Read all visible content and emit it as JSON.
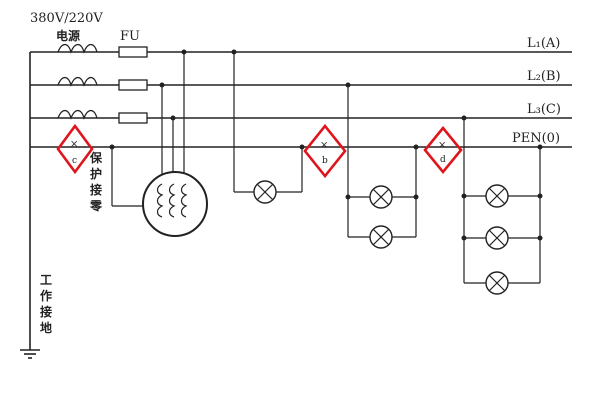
{
  "header": {
    "supply_voltage": "380V/220V",
    "power_source_label": "电源",
    "fuse_label": "FU"
  },
  "buses": [
    {
      "id": "L1",
      "label": "L₁(A)"
    },
    {
      "id": "L2",
      "label": "L₂(B)"
    },
    {
      "id": "L3",
      "label": "L₃(C)"
    },
    {
      "id": "PEN",
      "label": "PEN(0)"
    }
  ],
  "annotations": {
    "protective_zeroing": [
      "保",
      "护",
      "接",
      "零"
    ],
    "working_grounding": [
      "工",
      "作",
      "接",
      "地"
    ]
  },
  "markers": [
    {
      "id": "c",
      "symbol": "×",
      "letter": "c"
    },
    {
      "id": "b",
      "symbol": "×",
      "letter": "b"
    },
    {
      "id": "d",
      "symbol": "×",
      "letter": "d"
    }
  ],
  "colors": {
    "line": "#222222",
    "marker": "#e0151b"
  }
}
